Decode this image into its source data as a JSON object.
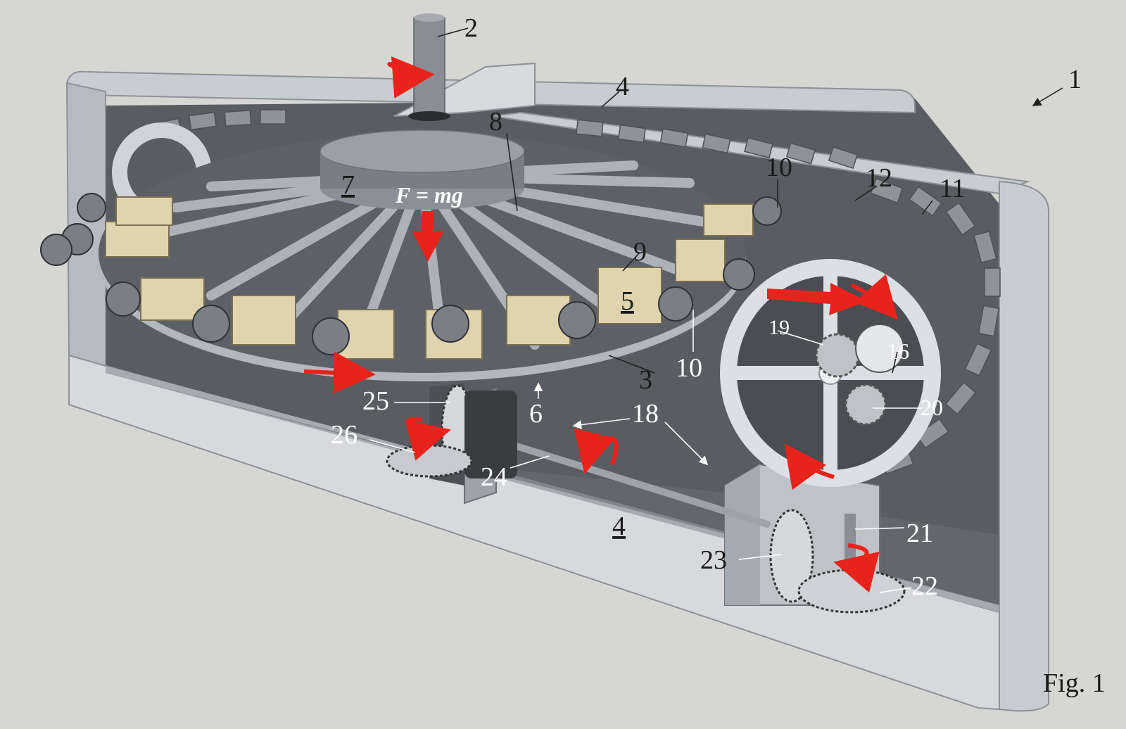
{
  "formula": "F = mg",
  "figure_caption": "Fig. 1",
  "labels": {
    "l1": "1",
    "l2": "2",
    "l3": "3",
    "l4a": "4",
    "l4b": "4",
    "l5": "5",
    "l6": "6",
    "l7": "7",
    "l8": "8",
    "l9": "9",
    "l10a": "10",
    "l10b": "10",
    "l11": "11",
    "l12": "12",
    "l16": "16",
    "l18": "18",
    "l19": "19",
    "l20": "20",
    "l21": "21",
    "l22": "22",
    "l23": "23",
    "l24": "24",
    "l25": "25",
    "l26": "26"
  },
  "colors": {
    "frame": "#c9ccd1",
    "frame_dark": "#9ea3aa",
    "frame_light": "#e4e6e9",
    "brass": "#e0d4ae",
    "arrow": "#e8231b"
  }
}
